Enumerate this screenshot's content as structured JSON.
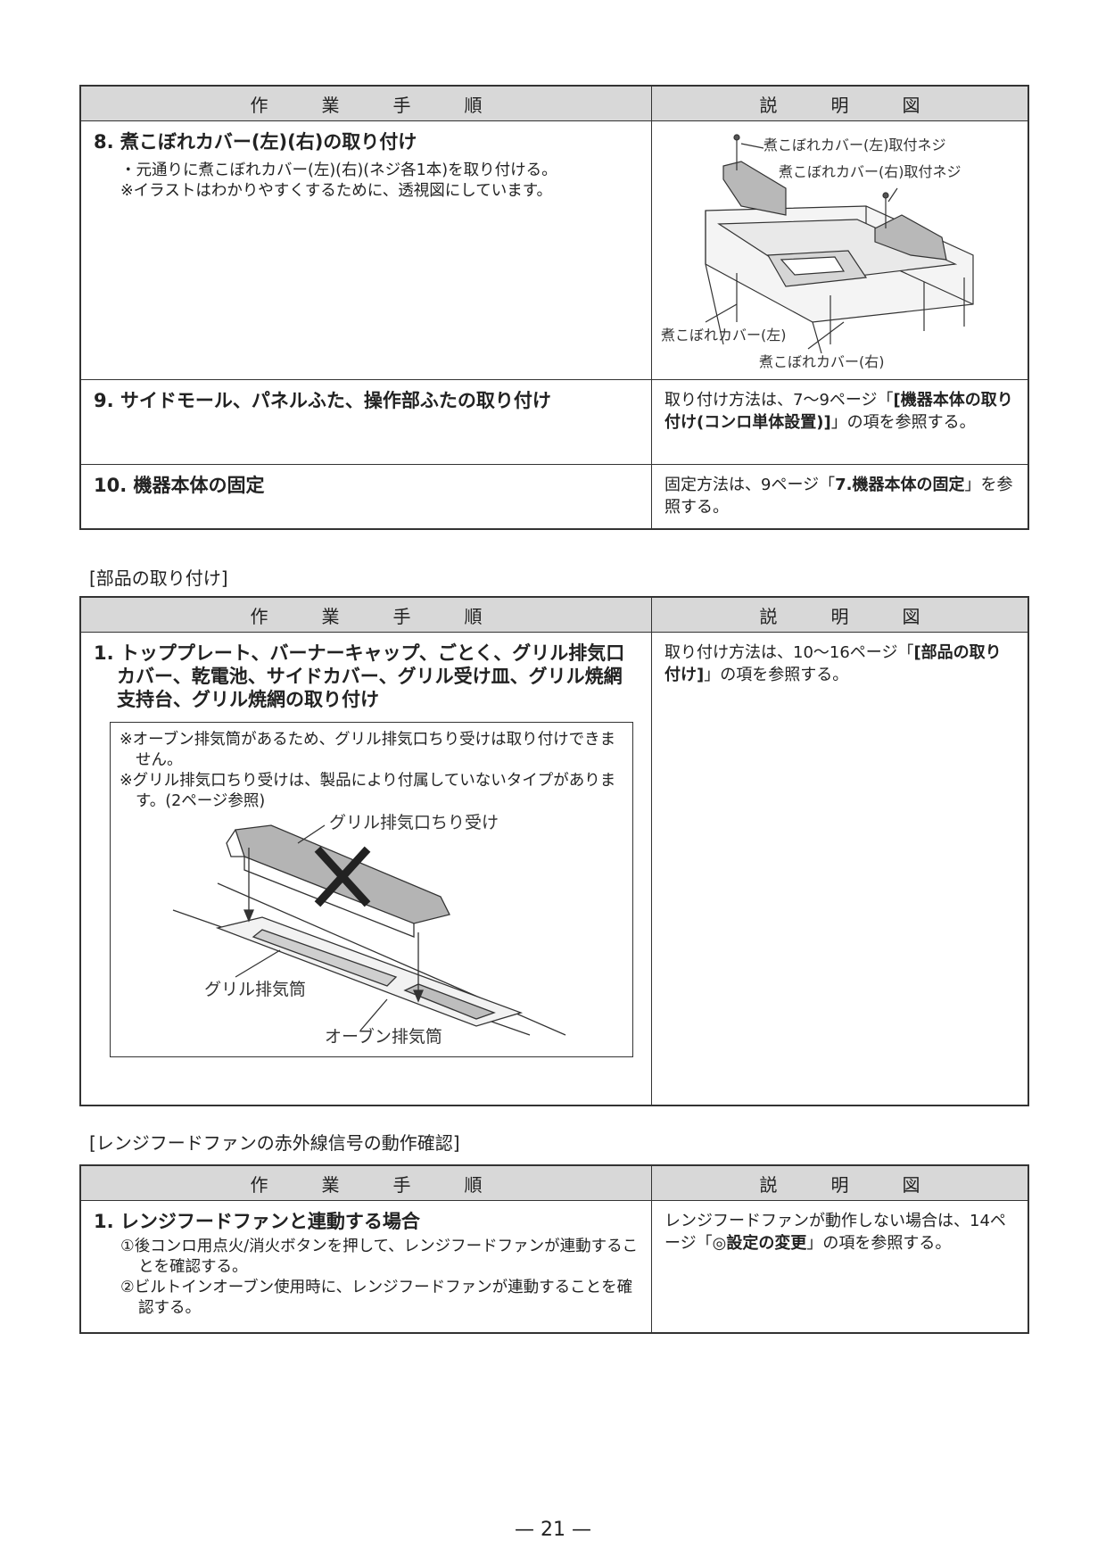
{
  "table1": {
    "header_left": [
      "作",
      "業",
      "手",
      "順"
    ],
    "header_right": [
      "説",
      "明",
      "図"
    ],
    "step8": {
      "title": "8. 煮こぼれカバー(左)(右)の取り付け",
      "line1": "・元通りに煮こぼれカバー(左)(右)(ネジ各1本)を取り付ける。",
      "line2": "※イラストはわかりやすくするために、透視図にしています。",
      "fig_labels": {
        "left_screw": "煮こぼれカバー(左)取付ネジ",
        "right_screw": "煮こぼれカバー(右)取付ネジ",
        "left_cover": "煮こぼれカバー(左)",
        "right_cover": "煮こぼれカバー(右)"
      }
    },
    "step9": {
      "title": "9. サイドモール、パネルふた、操作部ふたの取り付け",
      "desc_a": "取り付け方法は、7〜9ページ「",
      "desc_b": "[機器本体の取り付け(コンロ単体設置)]",
      "desc_c": "」の項を参照する。"
    },
    "step10": {
      "title": "10. 機器本体の固定",
      "desc_a": "固定方法は、9ページ「",
      "desc_b": "7.機器本体の固定",
      "desc_c": "」を参照する。"
    }
  },
  "section2": {
    "title": "[部品の取り付け]",
    "step1": {
      "title": "1. トッププレート、バーナーキャップ、ごとく、グリル排気口カバー、乾電池、サイドカバー、グリル受け皿、グリル焼網支持台、グリル焼網の取り付け",
      "note1": "※オーブン排気筒があるため、グリル排気口ちり受けは取り付けできません。",
      "note2": "※グリル排気口ちり受けは、製品により付属していないタイプがあります。(2ページ参照)",
      "fig_labels": {
        "dust": "グリル排気口ちり受け",
        "grill": "グリル排気筒",
        "oven": "オーブン排気筒"
      },
      "desc_a": "取り付け方法は、10〜16ページ「",
      "desc_b": "[部品の取り付け]",
      "desc_c": "」の項を参照する。"
    }
  },
  "section3": {
    "title": "[レンジフードファンの赤外線信号の動作確認]",
    "step1": {
      "title": "1. レンジフードファンと連動する場合",
      "line1": "①後コンロ用点火/消火ボタンを押して、レンジフードファンが連動することを確認する。",
      "line2": "②ビルトインオーブン使用時に、レンジフードファンが連動することを確認する。",
      "desc_a": "レンジフードファンが動作しない場合は、14ページ「",
      "desc_b": "◎設定の変更",
      "desc_c": "」の項を参照する。"
    }
  },
  "page_number": "— 21 —"
}
